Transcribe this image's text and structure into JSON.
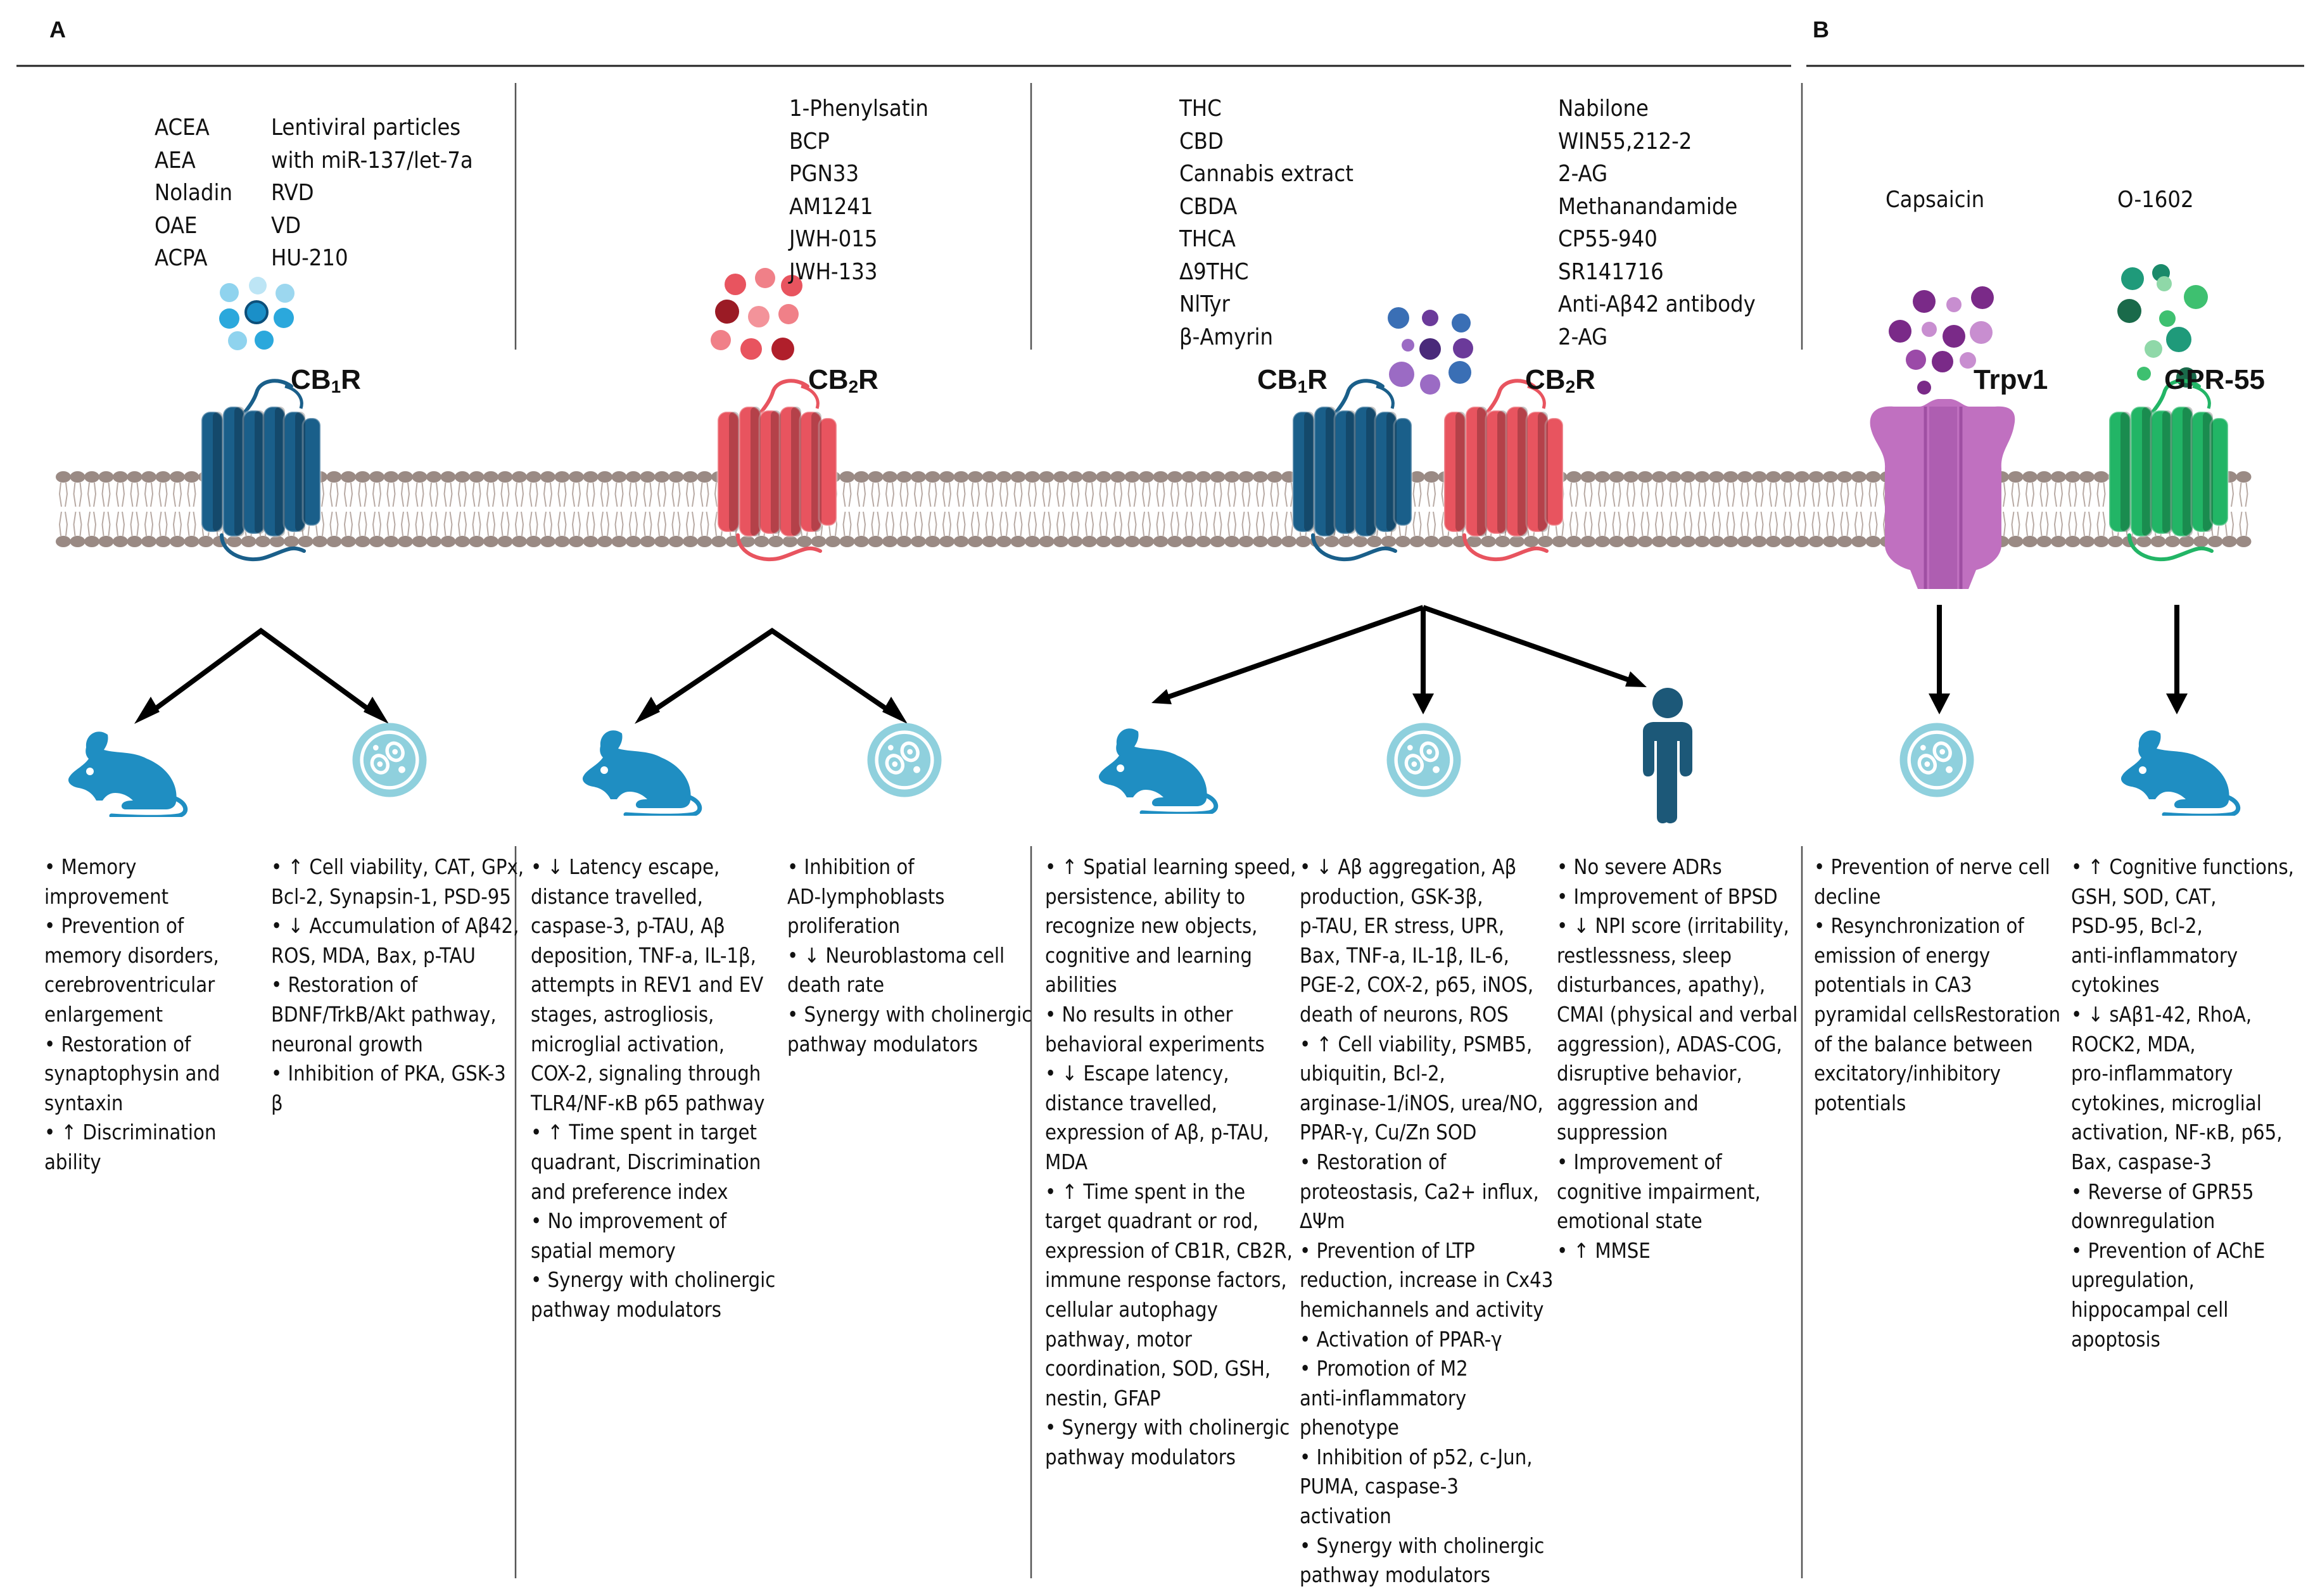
{
  "panels": {
    "a": "A",
    "b": "B"
  },
  "colors": {
    "cb1r": "#1a5f8a",
    "cb2r": "#e8545f",
    "trpv1": "#b866b8",
    "gpr55": "#22b566",
    "icon": "#1f8ec2",
    "human": "#1c5878",
    "membrane": "#9a8a84"
  },
  "col1": {
    "ligands_left": [
      "ACEA",
      "AEA",
      "Noladin",
      "OAE",
      "ACPA"
    ],
    "ligands_right": [
      "Lentiviral particles",
      "with miR-137/let-7a",
      "RVD",
      "VD",
      "HU-210"
    ],
    "receptor": {
      "main": "CB",
      "sub": "1",
      "tail": "R"
    },
    "animal_effects": [
      "• Memory",
      "improvement",
      "• Prevention of",
      "memory disorders,",
      "cerebroventricular",
      "enlargement",
      "• Restoration of",
      "synaptophysin and",
      "syntaxin",
      "• ↑ Discrimination",
      "ability"
    ],
    "cell_effects": [
      "• ↑ Cell viability, CAT, GPx,",
      "Bcl-2, Synapsin-1, PSD-95",
      "• ↓ Accumulation of Aβ42,",
      "ROS, MDA, Bax, p-TAU",
      "• Restoration of",
      "BDNF/TrkB/Akt pathway,",
      "neuronal growth",
      "• Inhibition of PKA, GSK-3",
      "β"
    ]
  },
  "col2": {
    "ligands": [
      "1-Phenylsatin",
      "BCP",
      "PGN33",
      "AM1241",
      "JWH-015",
      "JWH-133"
    ],
    "receptor": {
      "main": "CB",
      "sub": "2",
      "tail": "R"
    },
    "animal_effects": [
      "• ↓ Latency escape,",
      "distance travelled,",
      "caspase-3, p-TAU, Aβ",
      "deposition, TNF-a, IL-1β,",
      "attempts in REV1 and EV",
      "stages, astrogliosis,",
      "microglial activation,",
      "COX-2, signaling through",
      "TLR4/NF-κB p65 pathway",
      "• ↑ Time spent in target",
      "quadrant, Discrimination",
      "and preference index",
      "• No improvement of",
      "spatial memory",
      "• Synergy with cholinergic",
      "pathway modulators"
    ],
    "cell_effects": [
      "• Inhibition of",
      "AD-lymphoblasts",
      "proliferation",
      "• ↓ Neuroblastoma cell",
      "death rate",
      "• Synergy with cholinergic",
      "pathway modulators"
    ]
  },
  "col3": {
    "ligands_left": [
      "THC",
      "CBD",
      "Cannabis extract",
      "CBDA",
      "THCA",
      "Δ9THC",
      "NlTyr",
      "β-Amyrin"
    ],
    "ligands_right": [
      "Nabilone",
      "WIN55,212-2",
      "2-AG",
      "Methanandamide",
      "CP55-940",
      "SR141716",
      "Anti-Aβ42 antibody",
      "2-AG"
    ],
    "receptor1": {
      "main": "CB",
      "sub": "1",
      "tail": "R"
    },
    "receptor2": {
      "main": "CB",
      "sub": "2",
      "tail": "R"
    },
    "animal_effects": [
      "• ↑ Spatial learning speed,",
      "persistence, ability to",
      "recognize new objects,",
      "cognitive and learning",
      "abilities",
      "• No results in other",
      "behavioral experiments",
      "• ↓ Escape latency,",
      "distance travelled,",
      "expression of Aβ, p-TAU,",
      "MDA",
      "• ↑ Time spent in the",
      "target quadrant or rod,",
      "expression of CB1R, CB2R,",
      "immune response factors,",
      "cellular autophagy",
      "pathway, motor",
      "coordination, SOD, GSH,",
      "nestin, GFAP",
      "• Synergy with cholinergic",
      "pathway modulators"
    ],
    "cell_effects": [
      "• ↓ Aβ aggregation, Aβ",
      "production, GSK-3β,",
      "p-TAU, ER stress, UPR,",
      "Bax, TNF-a, IL-1β, IL-6,",
      "PGE-2, COX-2, p65, iNOS,",
      "death of neurons, ROS",
      "• ↑ Cell viability, PSMB5,",
      "ubiquitin, Bcl-2,",
      "arginase-1/iNOS, urea/NO,",
      "PPAR-γ, Cu/Zn SOD",
      "• Restoration of",
      "proteostasis, Ca2+ influx,",
      "ΔΨm",
      "• Prevention of LTP",
      "reduction, increase in Cx43",
      "hemichannels and activity",
      "• Activation of PPAR-γ",
      "• Promotion of M2",
      "anti-inflammatory",
      "phenotype",
      "• Inhibition of p52, c-Jun,",
      "PUMA, caspase-3",
      "activation",
      "• Synergy with cholinergic",
      "pathway modulators"
    ],
    "human_effects": [
      "• No severe ADRs",
      "• Improvement of BPSD",
      "• ↓ NPI score (irritability,",
      "restlessness, sleep",
      "disturbances, apathy),",
      "CMAI (physical and verbal",
      "aggression), ADAS-COG,",
      "disruptive behavior,",
      "aggression and",
      "suppression",
      "• Improvement of",
      "cognitive impairment,",
      "emotional state",
      "• ↑ MMSE"
    ]
  },
  "col4": {
    "ligand": "Capsaicin",
    "receptor": "Trpv1",
    "cell_effects": [
      "• Prevention of nerve cell",
      "decline",
      "• Resynchronization of",
      "emission of energy",
      "potentials in CA3",
      "pyramidal cellsRestoration",
      "of the balance between",
      "excitatory/inhibitory",
      "potentials"
    ]
  },
  "col5": {
    "ligand": "O-1602",
    "receptor": "GPR-55",
    "animal_effects": [
      "• ↑ Cognitive functions,",
      "GSH, SOD, CAT,",
      "PSD-95, Bcl-2,",
      "anti-inflammatory",
      "cytokines",
      "• ↓ sAβ1-42, RhoA,",
      "ROCK2, MDA,",
      "pro-inflammatory",
      "cytokines, microglial",
      "activation, NF-κB, p65,",
      "Bax, caspase-3",
      "• Reverse of GPR55",
      "downregulation",
      "• Prevention of AChE",
      "upregulation,",
      "hippocampal cell",
      "apoptosis"
    ]
  }
}
